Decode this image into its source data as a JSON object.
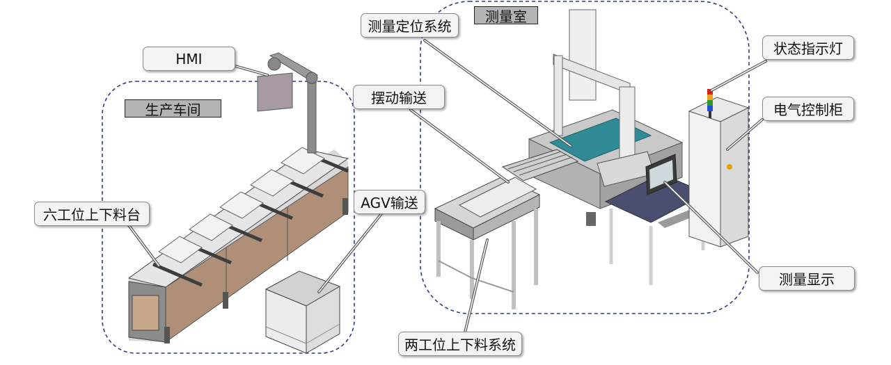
{
  "zones": {
    "workshop": "生产车间",
    "measure_room": "测量室"
  },
  "callouts": {
    "hmi": "HMI",
    "six_station": "六工位上下料台",
    "agv": "AGV输送",
    "positioning": "测量定位系统",
    "swing": "摆动输送",
    "status_light": "状态指示灯",
    "cabinet": "电气控制柜",
    "display": "测量显示",
    "two_station": "两工位上下料系统"
  },
  "colors": {
    "zone_border": "#2b3a8c",
    "callout_bg": "#f3f3f3",
    "zone_label_bg": "#b4b4b4",
    "frame_gray": "#7d7f82",
    "cabinet_tan": "#b08f78",
    "teal_plate": "#2f8c96"
  }
}
